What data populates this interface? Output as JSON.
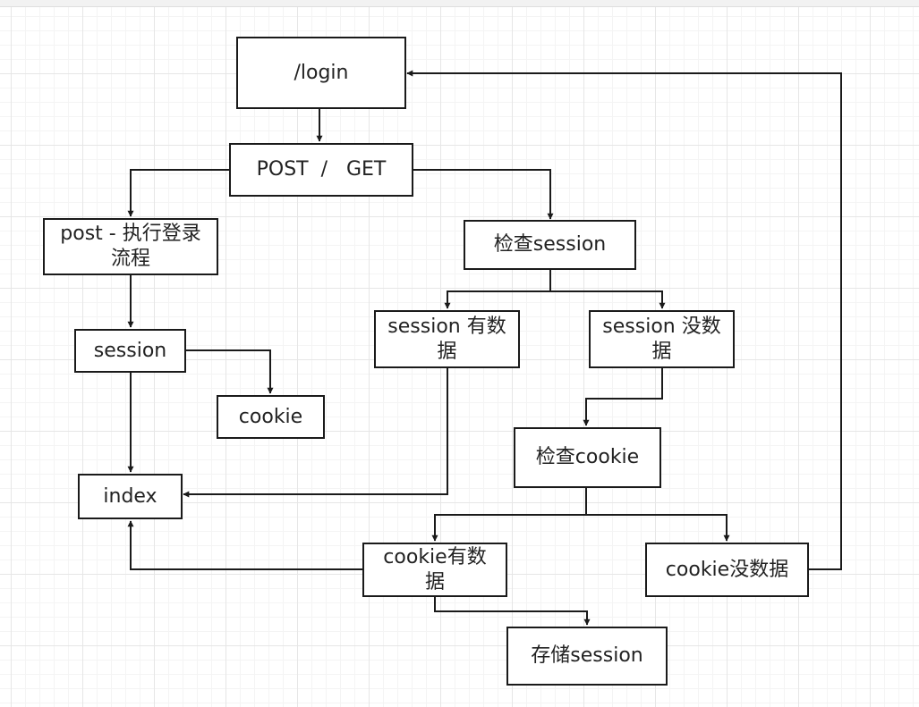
{
  "diagram": {
    "nodes": {
      "login": "/login",
      "post_get": "POST  /   GET",
      "post_flow": "post - 执行登录\n流程",
      "check_session": "检查session",
      "session": "session",
      "session_has": "session 有数\n据",
      "session_none": "session 没数\n据",
      "cookie": "cookie",
      "check_cookie": "检查cookie",
      "index": "index",
      "cookie_has": "cookie有数\n据",
      "cookie_none": "cookie没数据",
      "store_session": "存储session"
    }
  },
  "colors": {
    "line": "#1a1a1a",
    "grid": "#e6e6e6",
    "text": "#222222"
  }
}
